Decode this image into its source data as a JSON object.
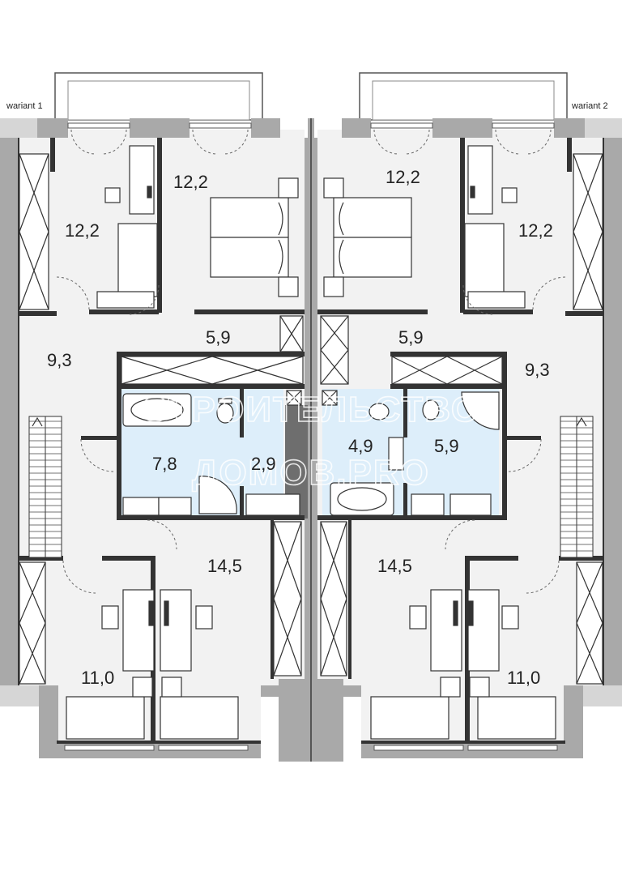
{
  "plan": {
    "variant_left": "wariant 1",
    "variant_right": "wariant 2",
    "watermark_line1": "СТРОИТЕЛЬСТВО",
    "watermark_line2": "ДОМОВ.PRO",
    "colors": {
      "wall": "#a9a9a9",
      "floor": "#f2f2f2",
      "wet_floor": "#ddeefa",
      "core": "#6e6e6e",
      "line": "#333333"
    },
    "rooms_left": {
      "bedroom_a": "12,2",
      "bedroom_b": "12,2",
      "hall": "9,3",
      "corridor": "5,9",
      "bathroom": "7,8",
      "wc": "2,9",
      "room_large": "14,5",
      "room_small": "11,0"
    },
    "rooms_right": {
      "bedroom_a": "12,2",
      "bedroom_b": "12,2",
      "hall": "9,3",
      "corridor": "5,9",
      "bath_small": "4,9",
      "bathroom": "5,9",
      "room_large": "14,5",
      "room_small": "11,0"
    }
  }
}
